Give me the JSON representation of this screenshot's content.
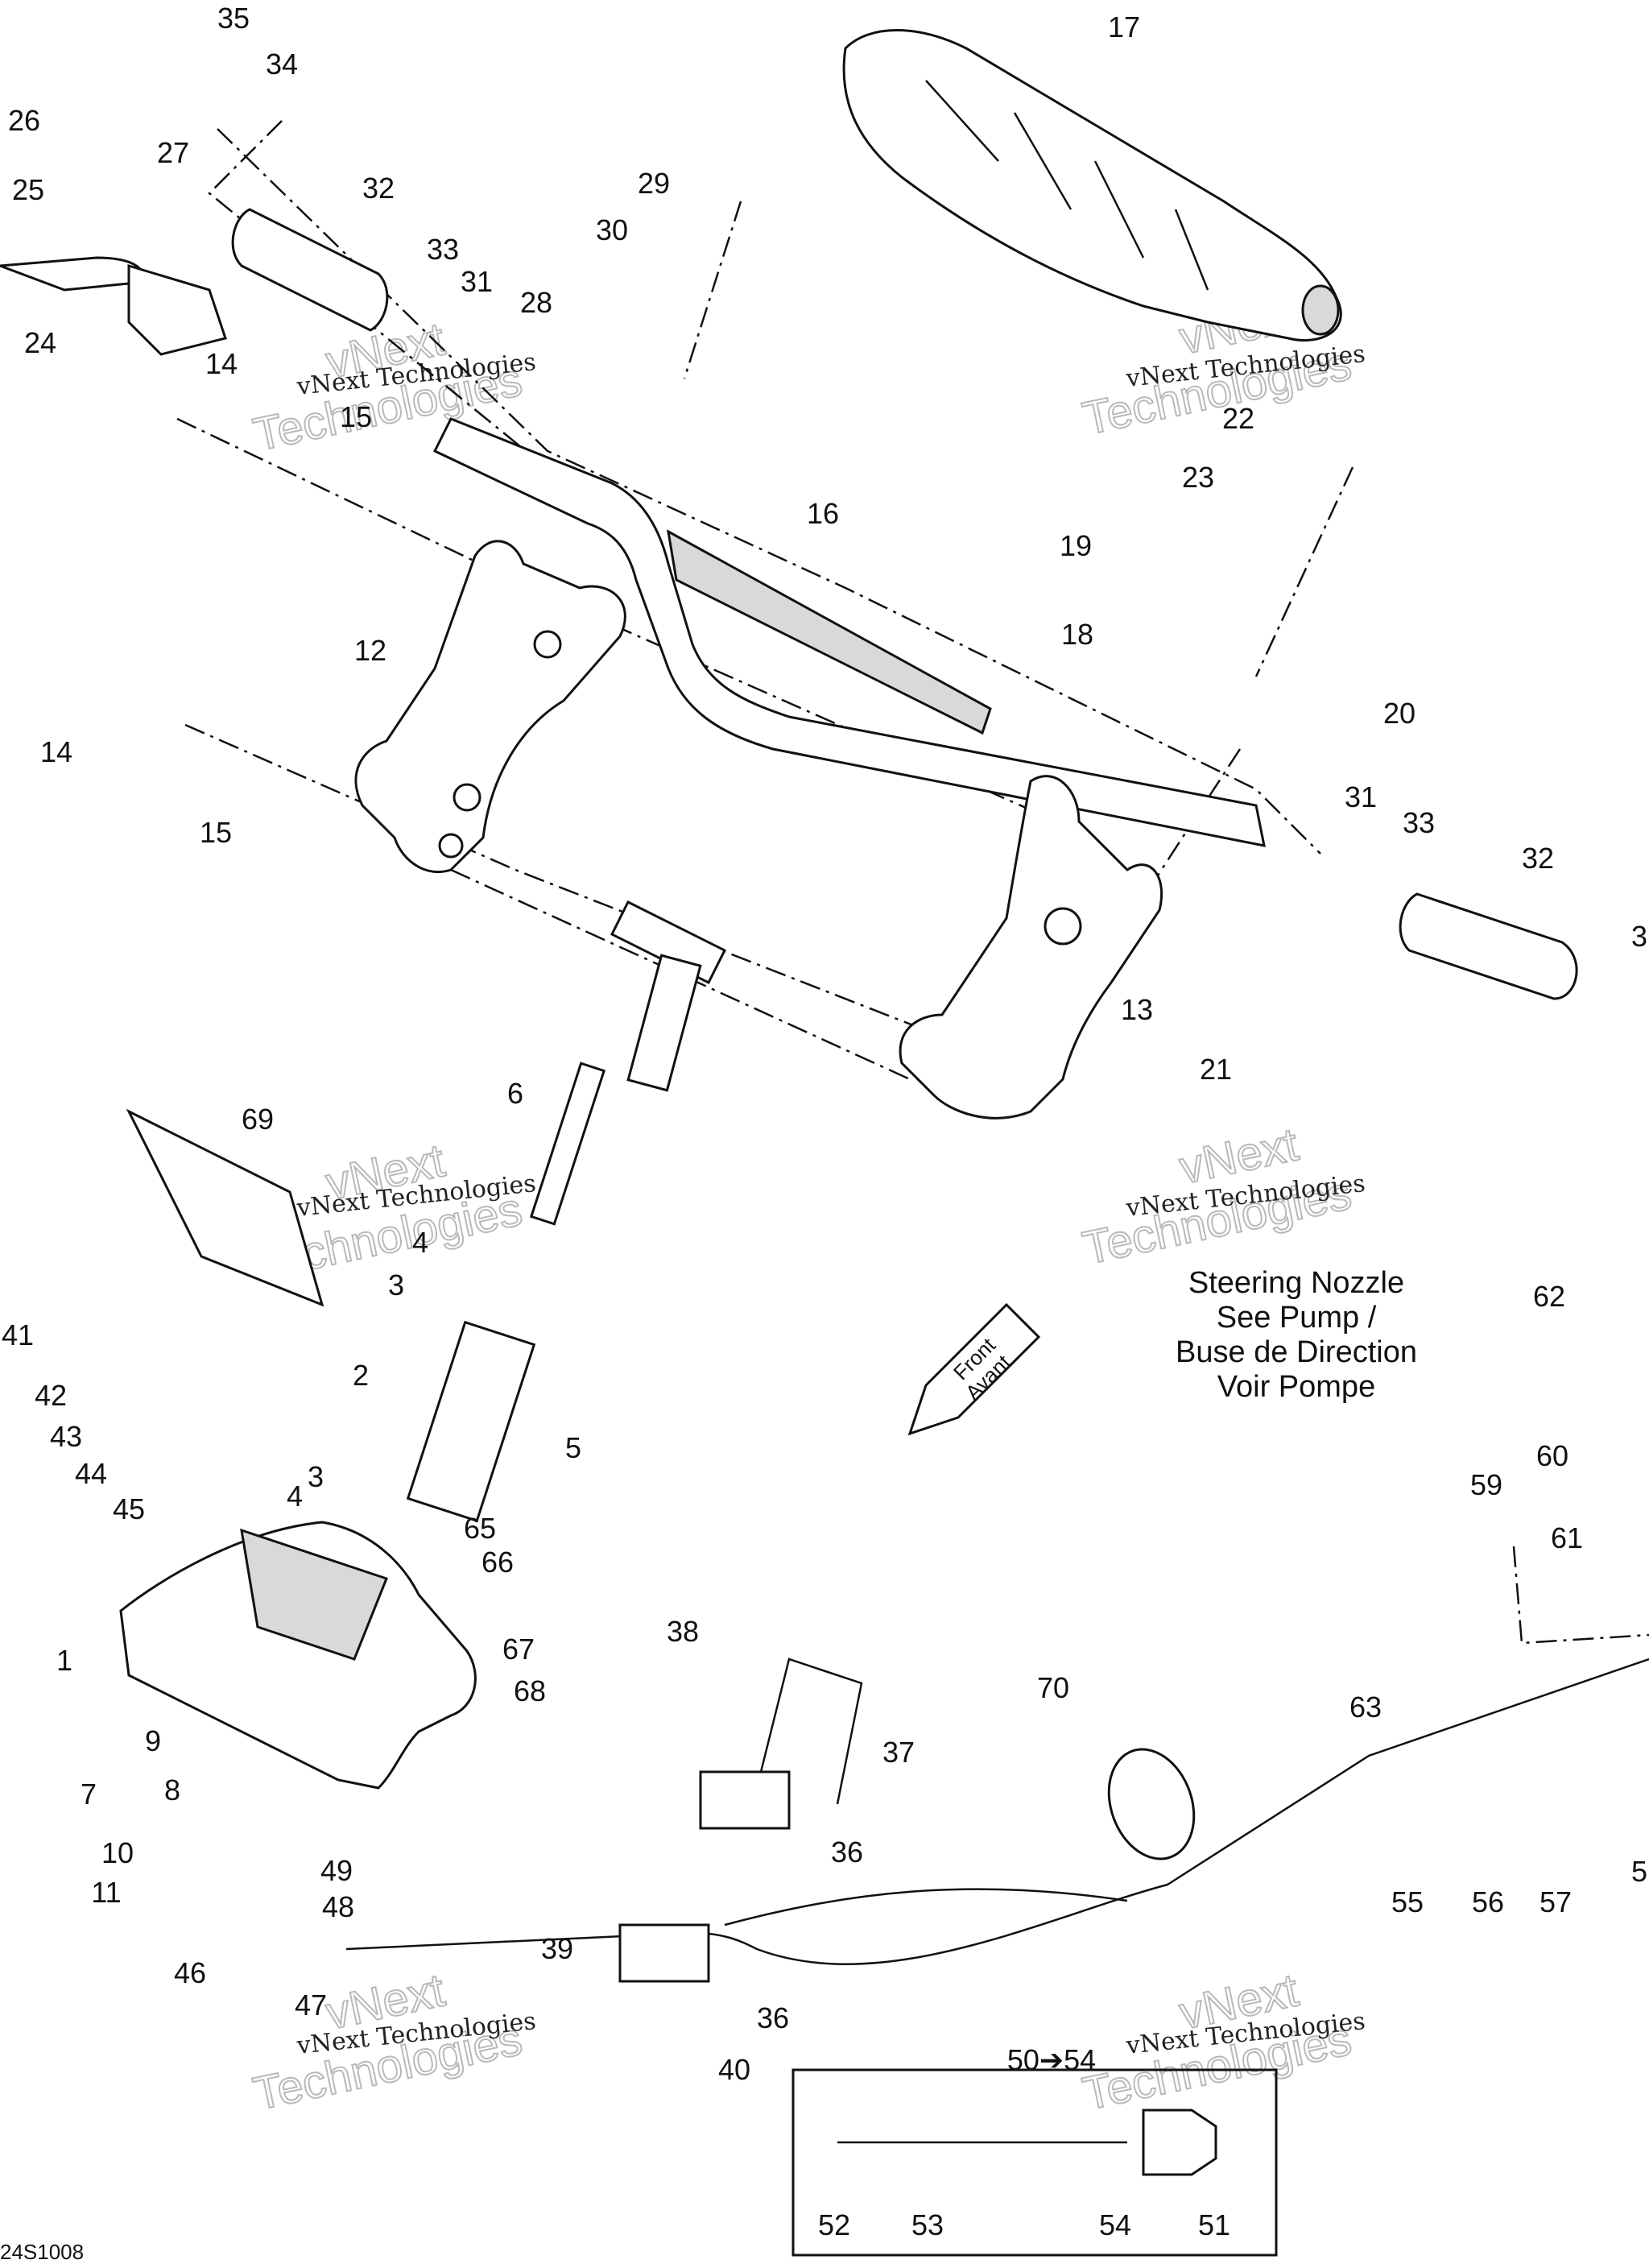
{
  "figure_code": "24S1008",
  "watermark": {
    "small": "vNext Technologies",
    "large_line1": "vNext",
    "large_line2": "Technologies"
  },
  "steering_nozzle_note": {
    "line1": "Steering Nozzle",
    "line2": "See Pump /",
    "line3": "Buse de Direction",
    "line4": "Voir Pompe"
  },
  "front_arrow": {
    "line1": "Front",
    "line2": "Avant"
  },
  "callouts": [
    {
      "text": "35"
    },
    {
      "text": "34"
    },
    {
      "text": "26"
    },
    {
      "text": "27"
    },
    {
      "text": "25"
    },
    {
      "text": "24"
    },
    {
      "text": "32"
    },
    {
      "text": "33"
    },
    {
      "text": "31"
    },
    {
      "text": "29"
    },
    {
      "text": "30"
    },
    {
      "text": "28"
    },
    {
      "text": "17"
    },
    {
      "text": "14"
    },
    {
      "text": "15"
    },
    {
      "text": "16"
    },
    {
      "text": "22"
    },
    {
      "text": "23"
    },
    {
      "text": "19"
    },
    {
      "text": "18"
    },
    {
      "text": "20"
    },
    {
      "text": "12"
    },
    {
      "text": "14"
    },
    {
      "text": "15"
    },
    {
      "text": "31"
    },
    {
      "text": "33"
    },
    {
      "text": "32"
    },
    {
      "text": "3"
    },
    {
      "text": "13"
    },
    {
      "text": "21"
    },
    {
      "text": "6"
    },
    {
      "text": "69"
    },
    {
      "text": "4"
    },
    {
      "text": "3"
    },
    {
      "text": "41"
    },
    {
      "text": "2"
    },
    {
      "text": "42"
    },
    {
      "text": "43"
    },
    {
      "text": "5"
    },
    {
      "text": "44"
    },
    {
      "text": "45"
    },
    {
      "text": "3"
    },
    {
      "text": "4"
    },
    {
      "text": "65"
    },
    {
      "text": "66"
    },
    {
      "text": "1"
    },
    {
      "text": "67"
    },
    {
      "text": "68"
    },
    {
      "text": "38"
    },
    {
      "text": "9"
    },
    {
      "text": "37"
    },
    {
      "text": "8"
    },
    {
      "text": "7"
    },
    {
      "text": "10"
    },
    {
      "text": "49"
    },
    {
      "text": "48"
    },
    {
      "text": "11"
    },
    {
      "text": "36"
    },
    {
      "text": "46"
    },
    {
      "text": "47"
    },
    {
      "text": "39"
    },
    {
      "text": "36"
    },
    {
      "text": "40"
    },
    {
      "text": "62"
    },
    {
      "text": "60"
    },
    {
      "text": "59"
    },
    {
      "text": "61"
    },
    {
      "text": "70"
    },
    {
      "text": "63"
    },
    {
      "text": "55"
    },
    {
      "text": "56"
    },
    {
      "text": "57"
    },
    {
      "text": "5"
    },
    {
      "text": "50➔54"
    },
    {
      "text": "52"
    },
    {
      "text": "53"
    },
    {
      "text": "54"
    },
    {
      "text": "51"
    }
  ]
}
